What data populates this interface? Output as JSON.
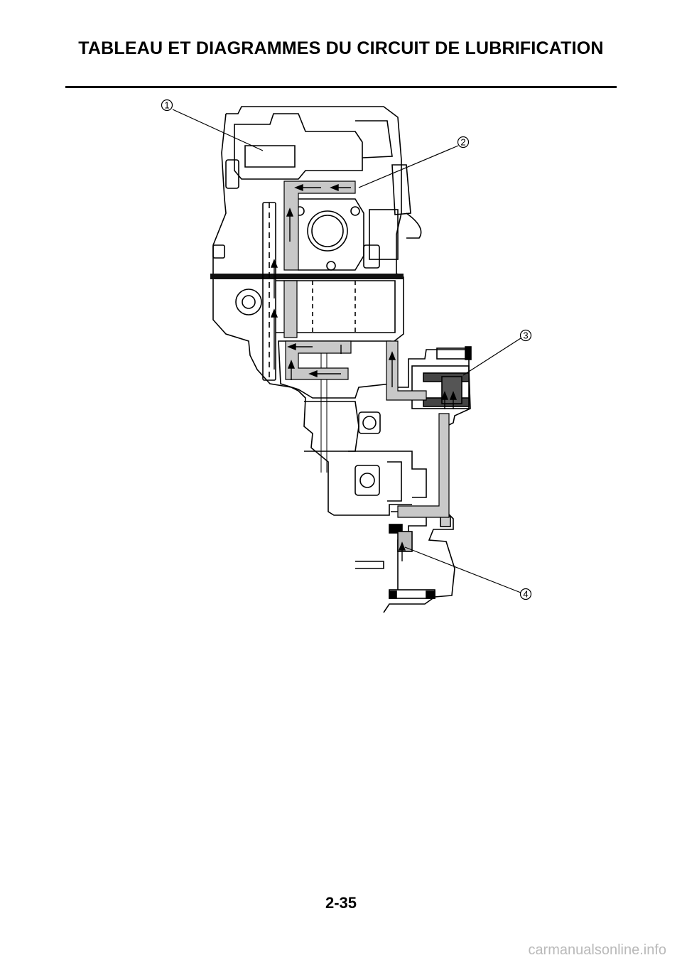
{
  "header": {
    "title": "TABLEAU ET DIAGRAMMES DU CIRCUIT DE LUBRIFICATION"
  },
  "figure": {
    "callouts": [
      {
        "label": "1"
      },
      {
        "label": "2"
      },
      {
        "label": "3"
      },
      {
        "label": "4"
      }
    ]
  },
  "footer": {
    "page_number": "2-35",
    "watermark": "carmanualsonline.info"
  }
}
